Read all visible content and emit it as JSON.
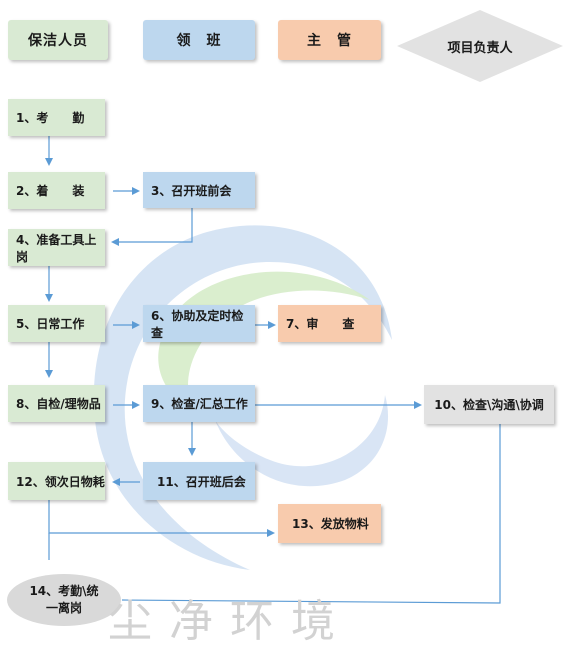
{
  "colors": {
    "staff": "#d9ead3",
    "leader": "#bdd7ee",
    "supervisor": "#f8cbad",
    "manager": "#e2e2e2",
    "arrow": "#5b9bd5"
  },
  "headers": {
    "staff": "保洁人员",
    "leader": "领　班",
    "supervisor": "主　管",
    "manager": "项目负责人"
  },
  "steps": {
    "s1": "1、考　　勤",
    "s2": "2、着　　装",
    "s3": "3、召开班前会",
    "s4": "4、准备工具上岗",
    "s5": "5、日常工作",
    "s6": "6、协助及定时检查",
    "s7": "7、审　　查",
    "s8": "8、自检/理物品",
    "s9": "9、检查/汇总工作",
    "s10": "10、检查\\沟通\\协调",
    "s11": "11、召开班后会",
    "s12": "12、领次日物耗",
    "s13": "13、发放物料",
    "s14_line1": "14、考勤\\统",
    "s14_line2": "一离岗"
  },
  "watermark": "尘净环境"
}
